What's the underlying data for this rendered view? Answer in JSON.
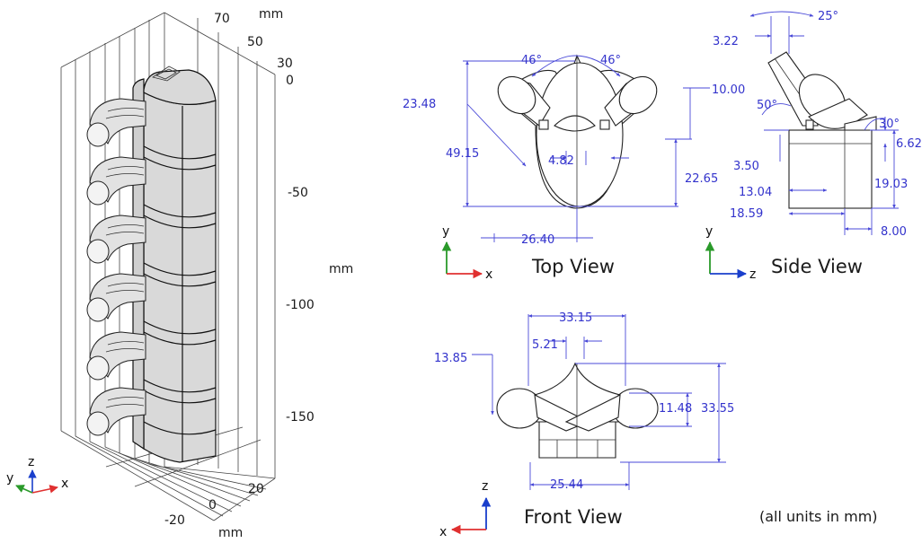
{
  "plot3d": {
    "axis_ticks": {
      "top_70": "70",
      "top_50": "50",
      "top_30": "30",
      "top_0": "0",
      "right_m50": "-50",
      "right_m100": "-100",
      "right_m150": "-150",
      "bottom_20": "20",
      "bottom_0": "0",
      "bottom_m20": "-20"
    },
    "unit_labels": {
      "top": "mm",
      "right": "mm",
      "bottom": "mm"
    },
    "triad": {
      "z": "z",
      "y": "y",
      "x": "x"
    }
  },
  "top_view": {
    "title": "Top View",
    "dims": {
      "angle_left": "46°",
      "angle_right": "46°",
      "d23_48": "23.48",
      "d49_15": "49.15",
      "d10_00": "10.00",
      "d4_82": "4.82",
      "d22_65": "22.65",
      "d26_40": "26.40"
    },
    "axes": {
      "vertical": "y",
      "horizontal": "x"
    }
  },
  "side_view": {
    "title": "Side View",
    "dims": {
      "a25": "25°",
      "d3_22": "3.22",
      "a50": "50°",
      "a30": "30°",
      "d6_62": "6.62",
      "d3_50": "3.50",
      "d13_04": "13.04",
      "d19_03": "19.03",
      "d18_59": "18.59",
      "d8_00": "8.00"
    },
    "axes": {
      "vertical": "y",
      "horizontal": "z"
    }
  },
  "front_view": {
    "title": "Front View",
    "dims": {
      "d33_15": "33.15",
      "d5_21": "5.21",
      "d13_85": "13.85",
      "d11_48": "11.48",
      "d33_55": "33.55",
      "d25_44": "25.44"
    },
    "axes": {
      "vertical": "z",
      "horizontal": "x"
    }
  },
  "note": "(all units in mm)",
  "colors": {
    "dimension": "#3333cc",
    "axis_x": "#e03030",
    "axis_y": "#2a9a2a",
    "axis_z": "#1a3fcc"
  }
}
